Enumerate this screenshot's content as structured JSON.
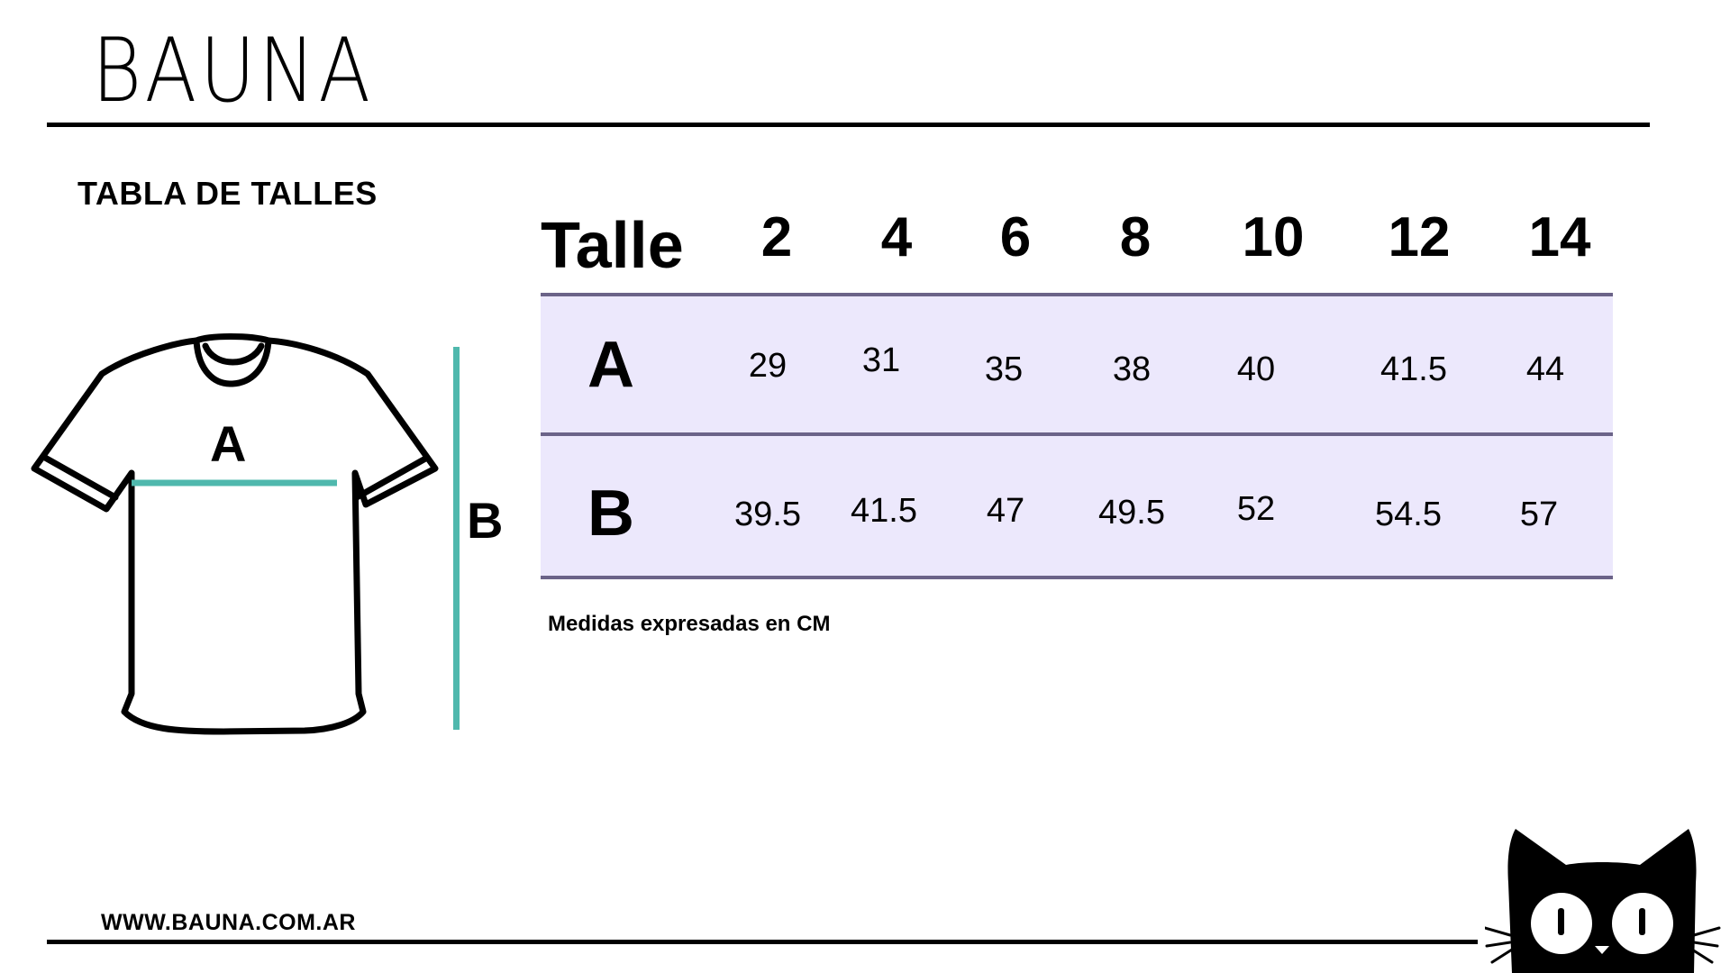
{
  "brand": {
    "name": "BAUNA"
  },
  "section": {
    "title": "TABLA DE TALLES"
  },
  "diagram": {
    "label_a": "A",
    "label_b": "B",
    "accent_color": "#4fb8ad"
  },
  "table": {
    "header_label": "Talle",
    "sizes": [
      "2",
      "4",
      "6",
      "8",
      "10",
      "12",
      "14"
    ],
    "rows": [
      {
        "label": "A",
        "values": [
          "29",
          "31",
          "35",
          "38",
          "40",
          "41.5",
          "44"
        ]
      },
      {
        "label": "B",
        "values": [
          "39.5",
          "41.5",
          "47",
          "49.5",
          "52",
          "54.5",
          "57"
        ]
      }
    ],
    "row_color": "#ece8fc",
    "rule_color": "#6b6388"
  },
  "note": "Medidas expresadas en CM",
  "footer": {
    "url": "WWW.BAUNA.COM.AR"
  },
  "icons": {
    "shirt": "tshirt-outline-icon",
    "cat": "black-cat-face-icon"
  }
}
